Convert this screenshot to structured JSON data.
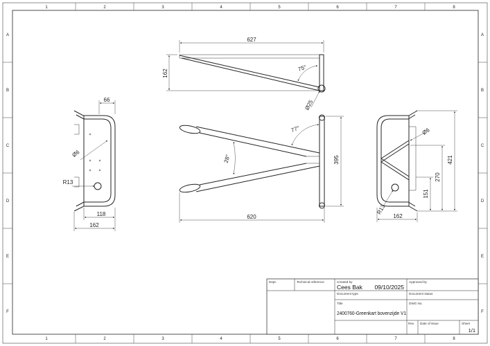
{
  "frame": {
    "columns": [
      "1",
      "2",
      "3",
      "4",
      "5",
      "6",
      "7",
      "8"
    ],
    "rows": [
      "A",
      "B",
      "C",
      "D",
      "E",
      "F"
    ]
  },
  "top_view": {
    "length": "627",
    "height": "162",
    "angle": "75°",
    "tube_diameter": "Ø25"
  },
  "front_view": {
    "width": "620",
    "height": "395",
    "angle_outer": "77°",
    "angle_inner": "28°"
  },
  "left_view": {
    "top_width": "66",
    "bottom_inner": "118",
    "bottom_outer": "162",
    "hole": "Ø6",
    "radius": "R13"
  },
  "right_view": {
    "hole": "Ø6",
    "height_total": "421",
    "height_mid": "270",
    "height_low": "151",
    "radius": "R13",
    "width": "162"
  },
  "title_block": {
    "dept_label": "Dept.",
    "tech_ref_label": "Technical reference",
    "created_by_label": "Created by",
    "created_by": "Cees Bak",
    "created_date": "09/10/2025",
    "approved_by_label": "Approved by",
    "doc_type_label": "Document type",
    "doc_status_label": "Document status",
    "title_label": "Title",
    "title": "2400760-Greenkart bovenzijde V1",
    "dwg_no_label": "DWG No.",
    "rev_label": "Rev.",
    "date_issue_label": "Date of issue",
    "sheet_label": "Sheet",
    "sheet": "1/1"
  }
}
